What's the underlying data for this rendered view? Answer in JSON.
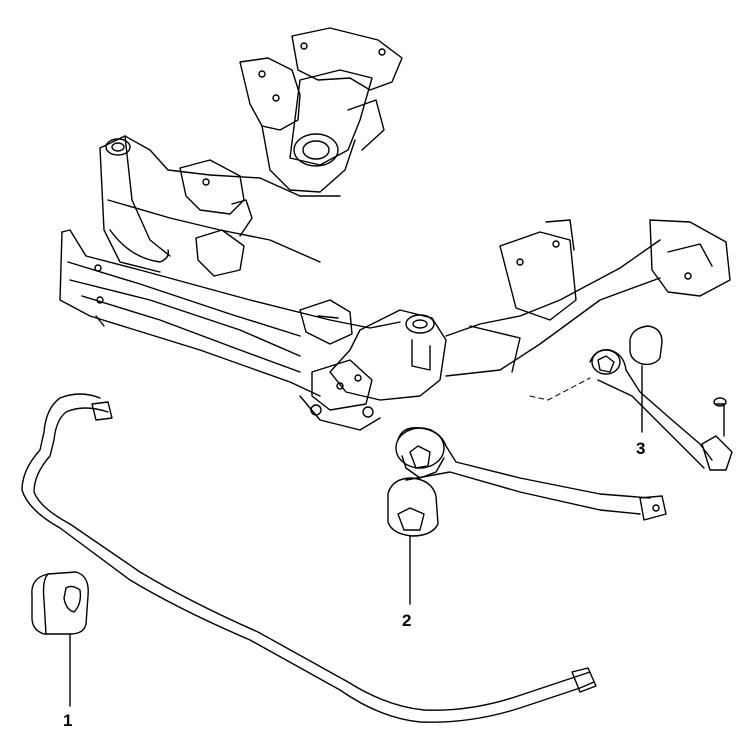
{
  "callouts": [
    {
      "number": "1",
      "part": "stabilizer-bar-bushing"
    },
    {
      "number": "2",
      "part": "control-arm-bushing"
    },
    {
      "number": "3",
      "part": "thrust-arm-bushing"
    }
  ],
  "colors": {
    "line": "#000000",
    "background": "#ffffff"
  }
}
